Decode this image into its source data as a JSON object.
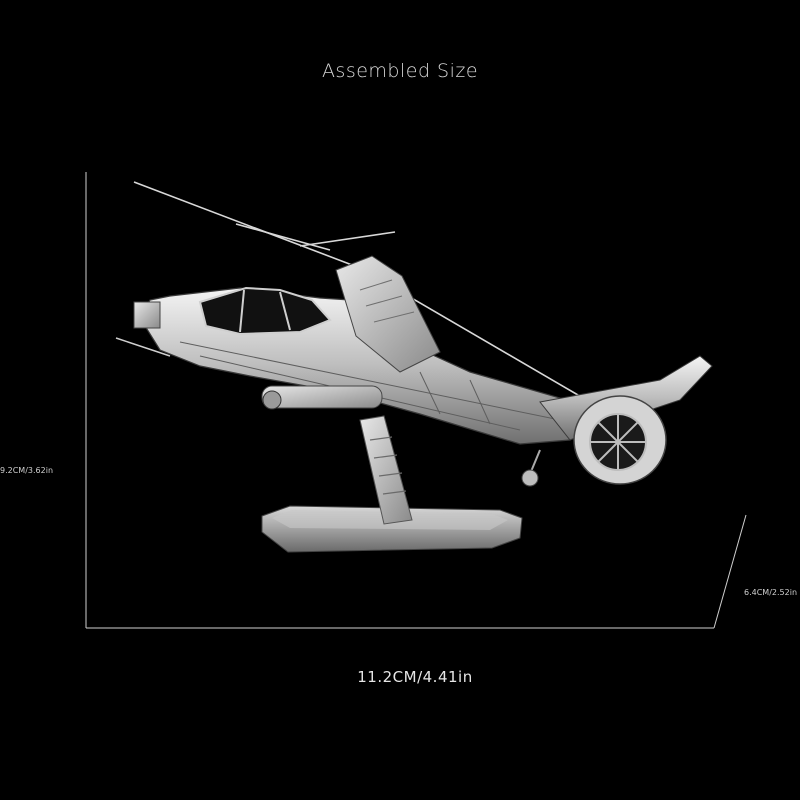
{
  "title": "Assembled Size",
  "dimensions": {
    "height": "9.2CM/3.62in",
    "width": "11.2CM/4.41in",
    "depth": "6.4CM/2.52in"
  },
  "colors": {
    "background": "#000000",
    "metal_light": "#f2f2f2",
    "metal_mid": "#a8a8a8",
    "metal_dark": "#5a5a5a",
    "guide_lines": "#cfcfcf"
  }
}
